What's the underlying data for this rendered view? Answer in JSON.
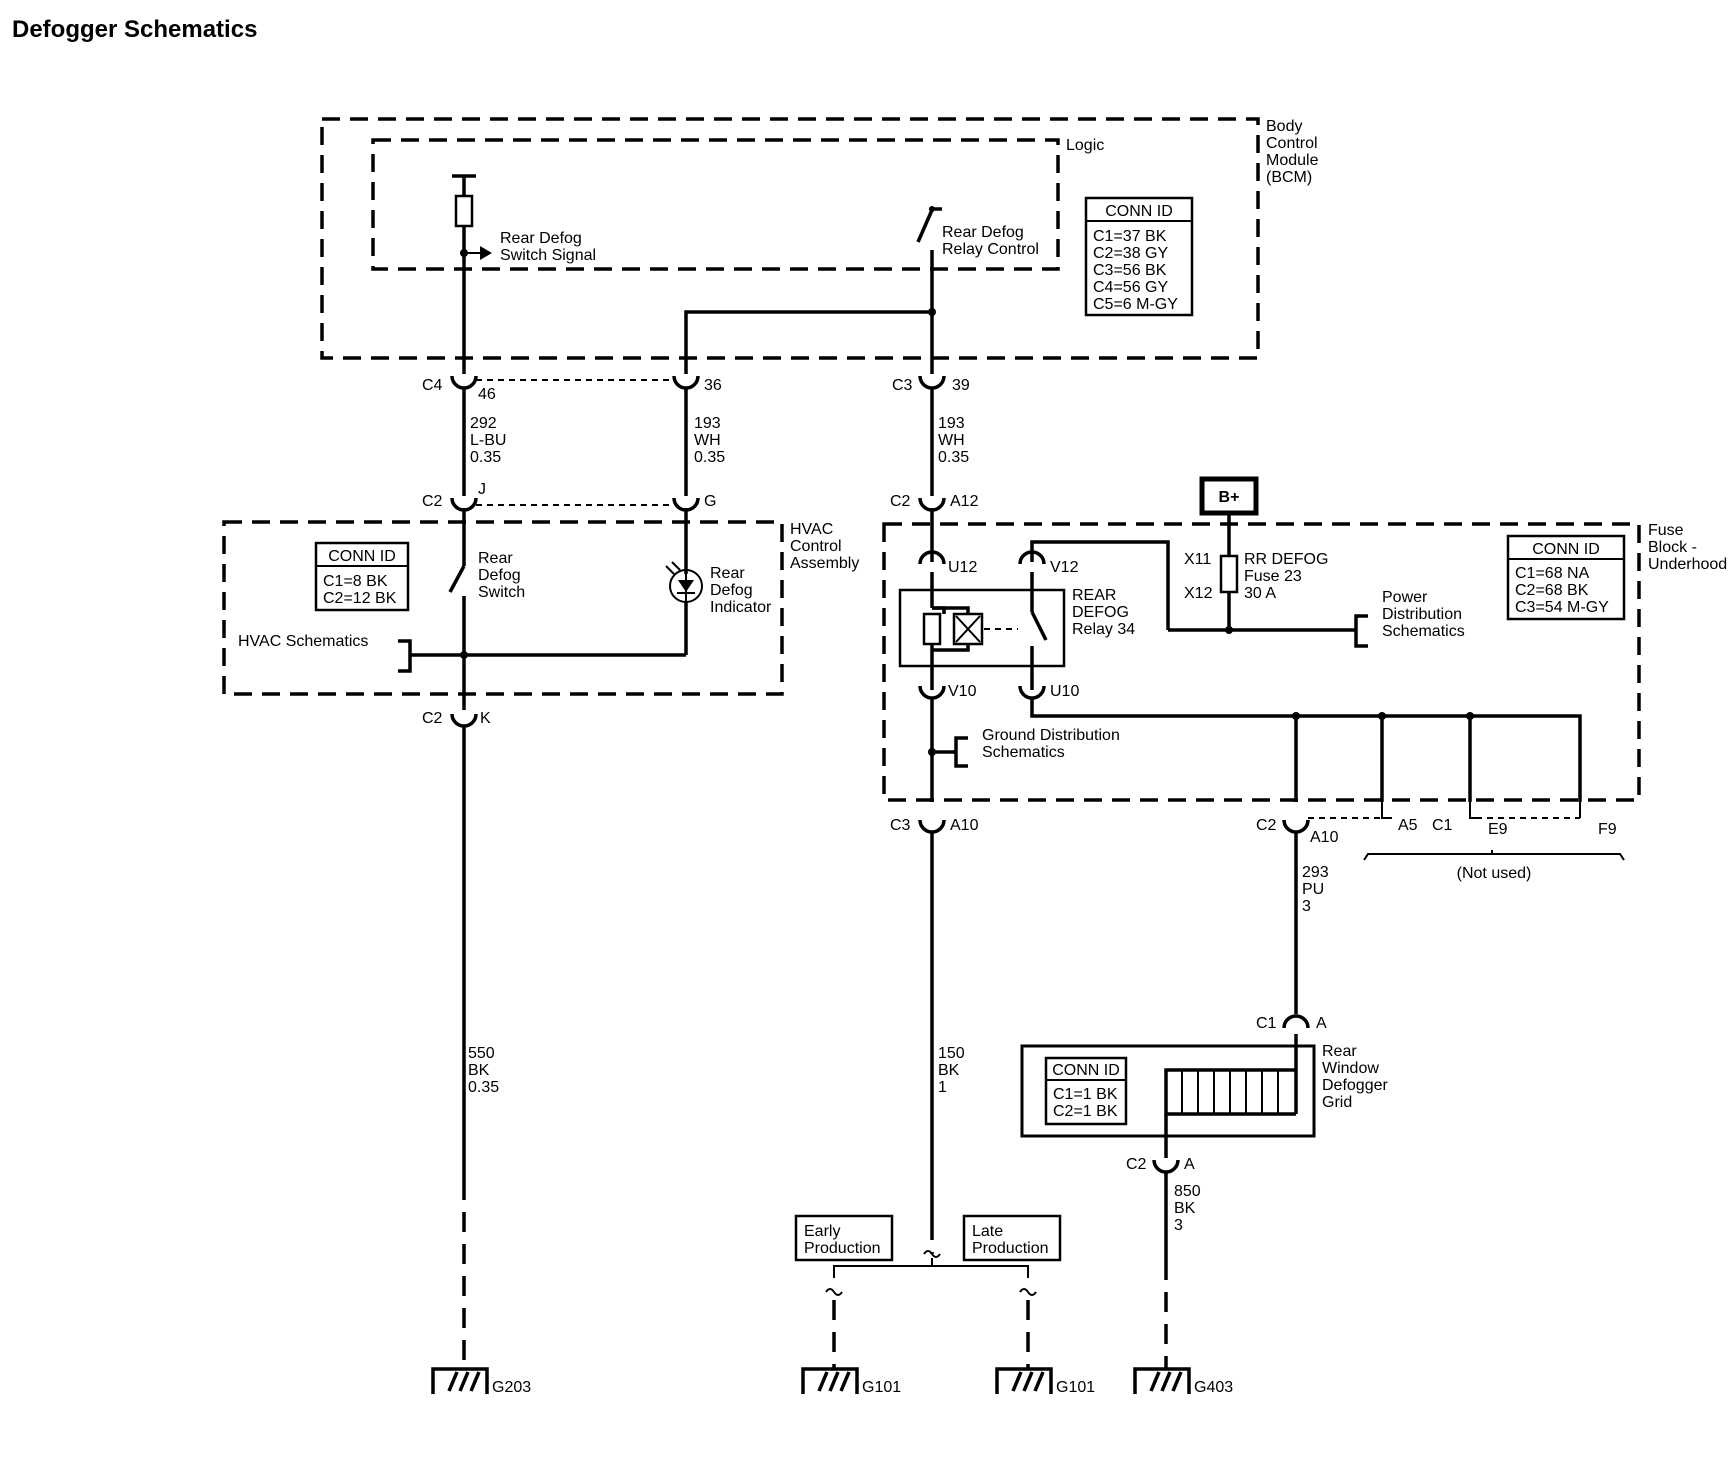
{
  "title": "Defogger Schematics",
  "modules": {
    "bcm": {
      "name": [
        "Body",
        "Control",
        "Module",
        "(BCM)"
      ],
      "logic": "Logic",
      "conn_id": {
        "header": "CONN ID",
        "rows": [
          "C1=37 BK",
          "C2=38 GY",
          "C3=56 BK",
          "C4=56 GY",
          "C5=6 M-GY"
        ]
      },
      "switch_signal": [
        "Rear Defog",
        "Switch Signal"
      ],
      "relay_control": [
        "Rear Defog",
        "Relay Control"
      ]
    },
    "hvac": {
      "name": [
        "HVAC",
        "Control",
        "Assembly"
      ],
      "conn_id": {
        "header": "CONN ID",
        "rows": [
          "C1=8 BK",
          "C2=12 BK"
        ]
      },
      "switch": [
        "Rear",
        "Defog",
        "Switch"
      ],
      "indicator": [
        "Rear",
        "Defog",
        "Indicator"
      ],
      "schematics_ref": "HVAC Schematics"
    },
    "fuse_block": {
      "name": [
        "Fuse",
        "Block -",
        "Underhood"
      ],
      "conn_id": {
        "header": "CONN ID",
        "rows": [
          "C1=68 NA",
          "C2=68 BK",
          "C3=54 M-GY"
        ]
      },
      "battery": "B+",
      "fuse_terminals": [
        "X11",
        "X12"
      ],
      "fuse": [
        "RR DEFOG",
        "Fuse 23",
        "30 A"
      ],
      "relay": [
        "REAR",
        "DEFOG",
        "Relay 34"
      ],
      "relay_pins": [
        "U12",
        "V12",
        "V10",
        "U10"
      ],
      "power_ref": [
        "Power",
        "Distribution",
        "Schematics"
      ],
      "ground_ref": [
        "Ground Distribution",
        "Schematics"
      ]
    },
    "grid": {
      "name": [
        "Rear",
        "Window",
        "Defogger",
        "Grid"
      ],
      "conn_id": {
        "header": "CONN ID",
        "rows": [
          "C1=1 BK",
          "C2=1 BK"
        ]
      }
    }
  },
  "connectors": {
    "c4_46": [
      "C4",
      "46"
    ],
    "p36": "36",
    "c3_39": [
      "C3",
      "39"
    ],
    "c2_j": [
      "C2",
      "J"
    ],
    "pg": "G",
    "c2_a12": [
      "C2",
      "A12"
    ],
    "c2_k": [
      "C2",
      "K"
    ],
    "c3_a10": [
      "C3",
      "A10"
    ],
    "c2_a10": [
      "C2",
      "A10"
    ],
    "unused_pins": [
      "A5",
      "C1",
      "E9",
      "F9"
    ],
    "not_used": "(Not used)",
    "c1_a": [
      "C1",
      "A"
    ],
    "c2_a": [
      "C2",
      "A"
    ]
  },
  "wires": {
    "w292": [
      "292",
      "L-BU",
      "0.35"
    ],
    "w193a": [
      "193",
      "WH",
      "0.35"
    ],
    "w193b": [
      "193",
      "WH",
      "0.35"
    ],
    "w550": [
      "550",
      "BK",
      "0.35"
    ],
    "w150": [
      "150",
      "BK",
      "1"
    ],
    "w293": [
      "293",
      "PU",
      "3"
    ],
    "w850": [
      "850",
      "BK",
      "3"
    ]
  },
  "production": {
    "early": [
      "Early",
      "Production"
    ],
    "late": [
      "Late",
      "Production"
    ]
  },
  "grounds": [
    "G203",
    "G101",
    "G101",
    "G403"
  ]
}
